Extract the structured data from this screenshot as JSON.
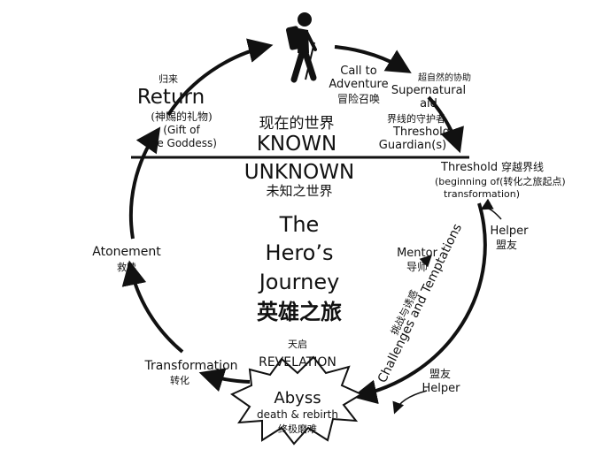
{
  "colors": {
    "ink": "#111111",
    "background": "#ffffff"
  },
  "icons": {
    "hiker": "hiker-icon",
    "abyss_burst": "starburst-icon"
  },
  "center": {
    "title_en": [
      "The",
      "Hero’s",
      "Journey"
    ],
    "title_zh": "英雄之旅"
  },
  "worlds": {
    "known_en": "KNOWN",
    "known_zh": "现在的世界",
    "unknown_en": "UNKNOWN",
    "unknown_zh": "未知之世界"
  },
  "stages": {
    "call": {
      "en": [
        "Call to",
        "Adventure"
      ],
      "zh": "冒险召唤"
    },
    "supernatural": {
      "zh": "超自然的协助",
      "en": [
        "Supernatural",
        "aid"
      ]
    },
    "guardian": {
      "zh": "界线的守护者",
      "en": [
        "Threshold",
        "Guardian(s)"
      ]
    },
    "threshold": {
      "en": "Threshold",
      "zh": "穿越界线",
      "sub": [
        "(beginning of(转化之旅起点)",
        "transformation)"
      ]
    },
    "helper_top": {
      "en": "Helper",
      "zh": "盟友"
    },
    "mentor": {
      "en": "Mentor",
      "zh": "导师"
    },
    "challenges": {
      "en": "Challenges and Temptations",
      "zh": "挑战与诱惑"
    },
    "helper_bottom": {
      "zh": "盟友",
      "en": "Helper"
    },
    "abyss": {
      "en": "Abyss",
      "sub": "death & rebirth",
      "zh": "终极磨难"
    },
    "revelation": {
      "zh": "天启",
      "en": "REVELATION"
    },
    "transformation": {
      "en": "Transformation",
      "zh": "转化"
    },
    "atonement": {
      "en": "Atonement",
      "zh": "救赎"
    },
    "return": {
      "zh": "归来",
      "en": "Return",
      "gift": [
        "(神赐的礼物)",
        "(Gift of",
        "the Goddess)"
      ]
    }
  }
}
